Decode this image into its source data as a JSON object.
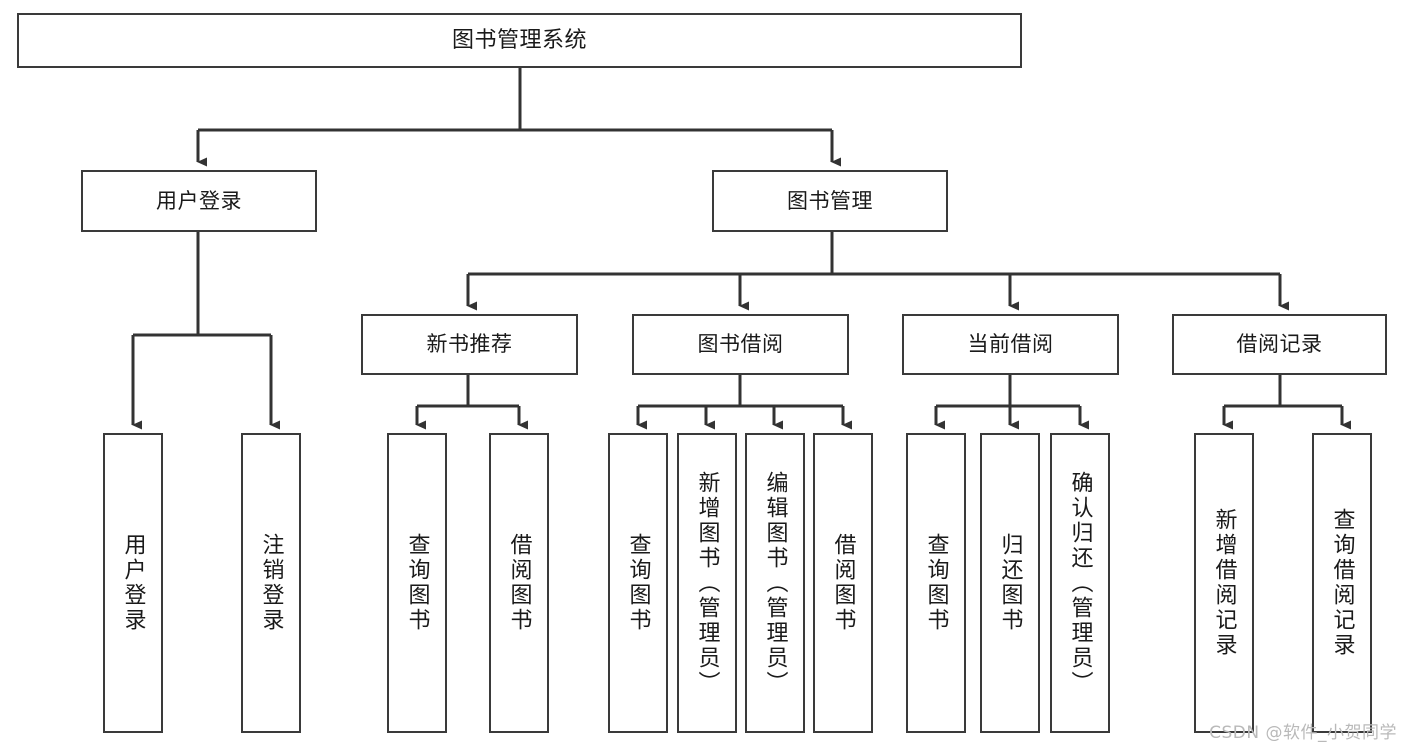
{
  "diagram": {
    "title": "图书管理系统",
    "type": "tree-hierarchy-chart",
    "colors": {
      "box_stroke": "#3a3a3a",
      "box_fill": "#ffffff",
      "edge_stroke": "#333333",
      "text": "#1a1a1a",
      "watermark": "#b9b9b9"
    },
    "root": {
      "label": "图书管理系统"
    },
    "level2": [
      {
        "label": "用户登录"
      },
      {
        "label": "图书管理"
      }
    ],
    "level3": [
      {
        "label": "新书推荐"
      },
      {
        "label": "图书借阅"
      },
      {
        "label": "当前借阅"
      },
      {
        "label": "借阅记录"
      }
    ],
    "leaves": {
      "user_login": [
        {
          "label": "用户登录"
        },
        {
          "label": "注销登录"
        }
      ],
      "new_book_recommend": [
        {
          "label": "查询图书"
        },
        {
          "label": "借阅图书"
        }
      ],
      "book_borrow": [
        {
          "label": "查询图书"
        },
        {
          "label": "新增图书（管理员）"
        },
        {
          "label": "编辑图书（管理员）"
        },
        {
          "label": "借阅图书"
        }
      ],
      "current_borrow": [
        {
          "label": "查询图书"
        },
        {
          "label": "归还图书"
        },
        {
          "label": "确认归还（管理员）"
        }
      ],
      "borrow_record": [
        {
          "label": "新增借阅记录"
        },
        {
          "label": "查询借阅记录"
        }
      ]
    },
    "watermark": "CSDN @软件_小贺同学"
  }
}
